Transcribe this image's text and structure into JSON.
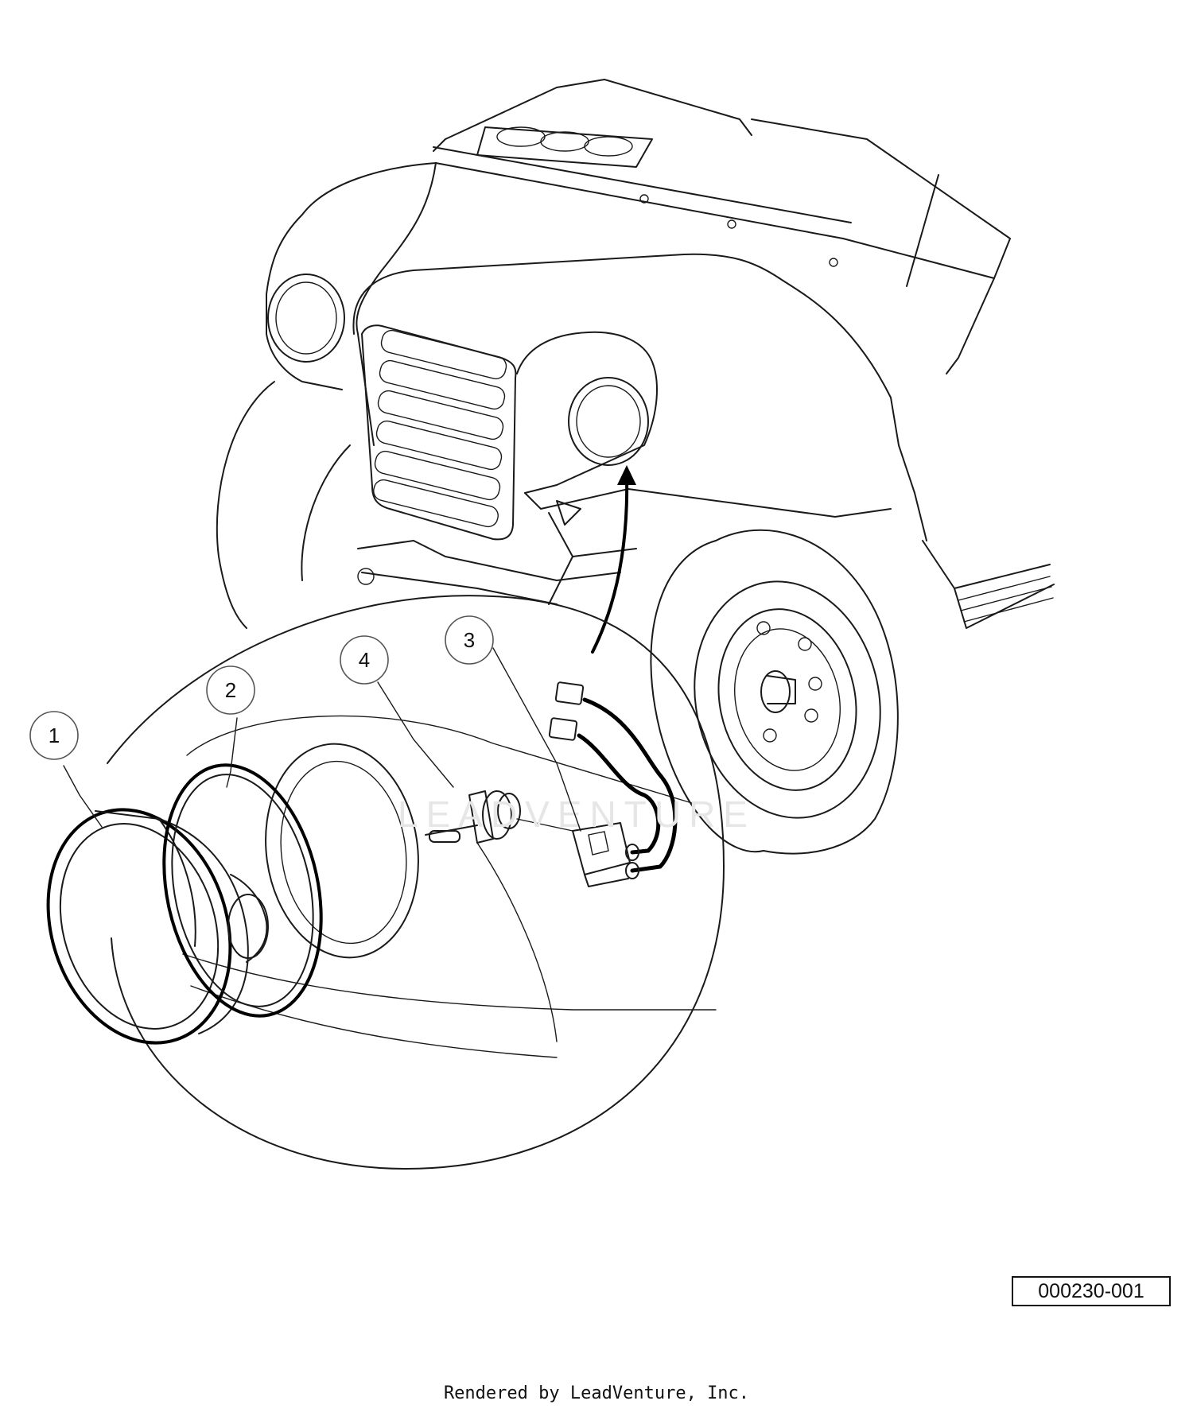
{
  "diagram": {
    "callouts": [
      {
        "id": "1",
        "label": "1"
      },
      {
        "id": "2",
        "label": "2"
      },
      {
        "id": "3",
        "label": "3"
      },
      {
        "id": "4",
        "label": "4"
      }
    ],
    "watermark_text": "LEADVENTURE",
    "figure_code": "000230-001",
    "render_credit": "Rendered by LeadVenture, Inc."
  },
  "colors": {
    "line": "#1a1a1a",
    "background": "#ffffff"
  }
}
